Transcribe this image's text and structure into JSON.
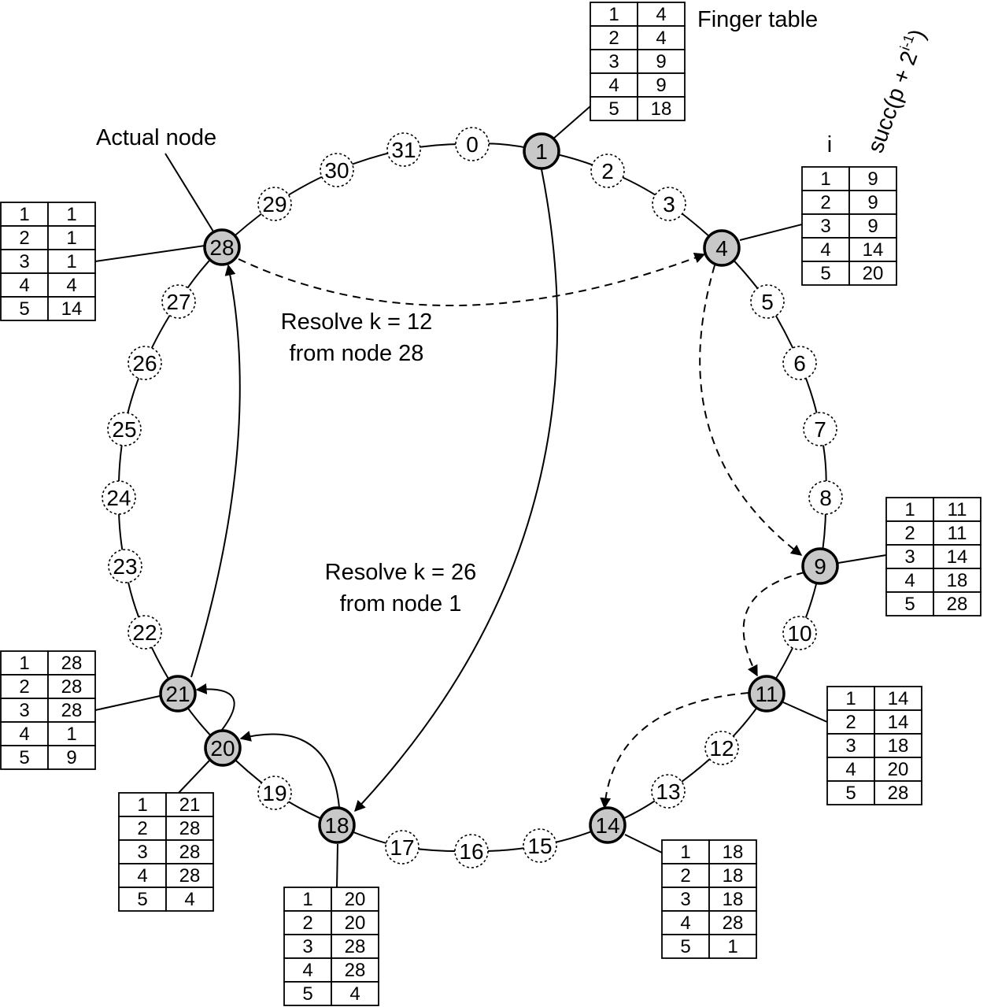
{
  "labels": {
    "finger_table": "Finger table",
    "actual_node": "Actual node",
    "col_i": "i",
    "col_succ_prefix": "succ(p + 2",
    "col_succ_exp": "i-1",
    "col_succ_suffix": ")",
    "resolve_12_line1": "Resolve k = 12",
    "resolve_12_line2": "from node 28",
    "resolve_26_line1": "Resolve k = 26",
    "resolve_26_line2": "from node 1"
  },
  "ring": {
    "slots": [
      "0",
      "1",
      "2",
      "3",
      "4",
      "5",
      "6",
      "7",
      "8",
      "9",
      "10",
      "11",
      "12",
      "13",
      "14",
      "15",
      "16",
      "17",
      "18",
      "19",
      "20",
      "21",
      "22",
      "23",
      "24",
      "25",
      "26",
      "27",
      "28",
      "29",
      "30",
      "31"
    ],
    "actual_nodes": [
      "1",
      "4",
      "9",
      "11",
      "14",
      "18",
      "20",
      "21",
      "28"
    ]
  },
  "finger_tables": [
    {
      "node": "1",
      "rows": [
        [
          "1",
          "4"
        ],
        [
          "2",
          "4"
        ],
        [
          "3",
          "9"
        ],
        [
          "4",
          "9"
        ],
        [
          "5",
          "18"
        ]
      ]
    },
    {
      "node": "4",
      "rows": [
        [
          "1",
          "9"
        ],
        [
          "2",
          "9"
        ],
        [
          "3",
          "9"
        ],
        [
          "4",
          "14"
        ],
        [
          "5",
          "20"
        ]
      ]
    },
    {
      "node": "9",
      "rows": [
        [
          "1",
          "11"
        ],
        [
          "2",
          "11"
        ],
        [
          "3",
          "14"
        ],
        [
          "4",
          "18"
        ],
        [
          "5",
          "28"
        ]
      ]
    },
    {
      "node": "11",
      "rows": [
        [
          "1",
          "14"
        ],
        [
          "2",
          "14"
        ],
        [
          "3",
          "18"
        ],
        [
          "4",
          "20"
        ],
        [
          "5",
          "28"
        ]
      ]
    },
    {
      "node": "14",
      "rows": [
        [
          "1",
          "18"
        ],
        [
          "2",
          "18"
        ],
        [
          "3",
          "18"
        ],
        [
          "4",
          "28"
        ],
        [
          "5",
          "1"
        ]
      ]
    },
    {
      "node": "18",
      "rows": [
        [
          "1",
          "20"
        ],
        [
          "2",
          "20"
        ],
        [
          "3",
          "28"
        ],
        [
          "4",
          "28"
        ],
        [
          "5",
          "4"
        ]
      ]
    },
    {
      "node": "20",
      "rows": [
        [
          "1",
          "21"
        ],
        [
          "2",
          "28"
        ],
        [
          "3",
          "28"
        ],
        [
          "4",
          "28"
        ],
        [
          "5",
          "4"
        ]
      ]
    },
    {
      "node": "21",
      "rows": [
        [
          "1",
          "28"
        ],
        [
          "2",
          "28"
        ],
        [
          "3",
          "28"
        ],
        [
          "4",
          "1"
        ],
        [
          "5",
          "9"
        ]
      ]
    },
    {
      "node": "28",
      "rows": [
        [
          "1",
          "1"
        ],
        [
          "2",
          "1"
        ],
        [
          "3",
          "1"
        ],
        [
          "4",
          "4"
        ],
        [
          "5",
          "14"
        ]
      ]
    }
  ],
  "lookups": [
    {
      "key": "12",
      "start": "28",
      "path": [
        "28",
        "4",
        "9",
        "11",
        "14"
      ],
      "style": "dashed"
    },
    {
      "key": "26",
      "start": "1",
      "path": [
        "1",
        "18",
        "20",
        "21",
        "28"
      ],
      "style": "solid"
    }
  ],
  "colors": {
    "node_fill": "#c8c8c8",
    "stroke": "#000000",
    "background": "#ffffff"
  }
}
